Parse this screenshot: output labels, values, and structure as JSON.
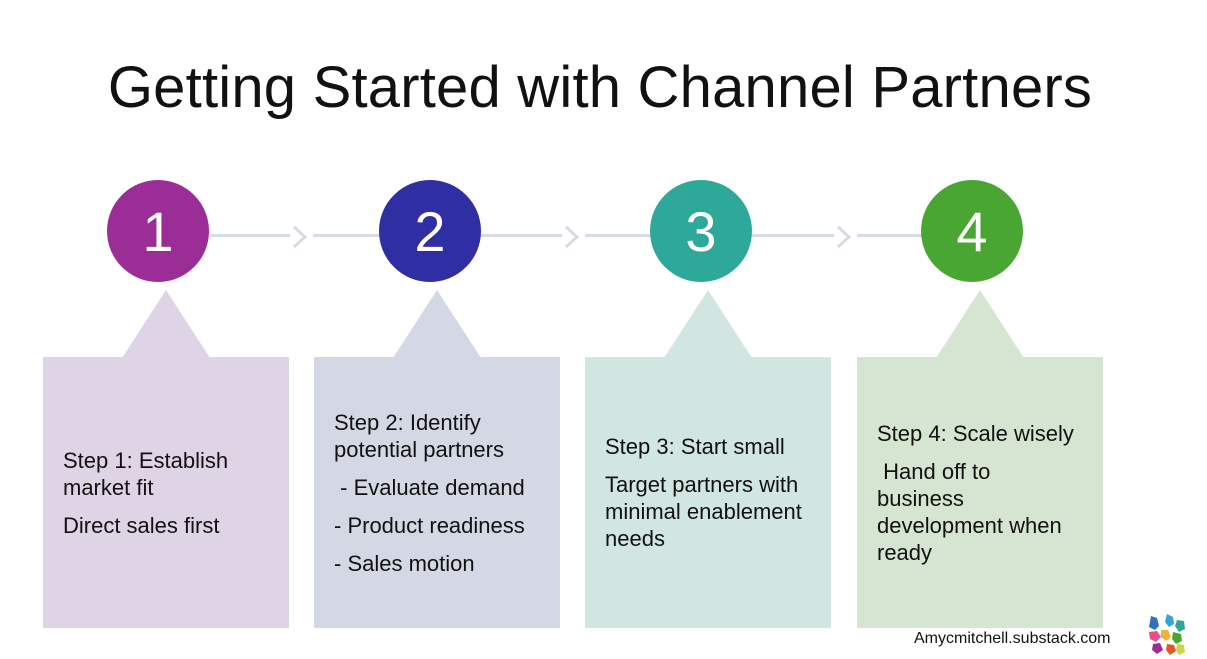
{
  "title": "Getting Started with Channel Partners",
  "steps": [
    {
      "number": "1",
      "color": "#9b2d97",
      "box_color": "#dfd3e6",
      "paragraphs": [
        "Step 1: Establish market fit",
        "Direct sales first"
      ]
    },
    {
      "number": "2",
      "color": "#2f2ea3",
      "box_color": "#d3d8e4",
      "paragraphs": [
        "Step 2: Identify potential partners",
        " - Evaluate demand",
        "- Product readiness",
        "- Sales motion"
      ]
    },
    {
      "number": "3",
      "color": "#2ea898",
      "box_color": "#d1e5e1",
      "paragraphs": [
        "Step 3: Start small",
        "Target partners with minimal enablement needs"
      ]
    },
    {
      "number": "4",
      "color": "#4aa632",
      "box_color": "#d6e5d1",
      "paragraphs": [
        "Step 4: Scale wisely",
        " Hand off to business development when ready"
      ]
    }
  ],
  "connector_color": "#d7dbe6",
  "footer": "Amycmitchell.substack.com"
}
